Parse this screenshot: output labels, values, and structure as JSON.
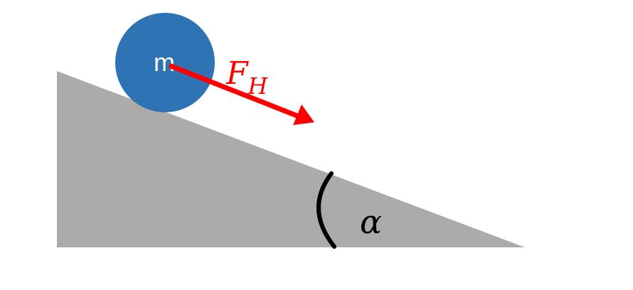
{
  "mass": {
    "label": "m"
  },
  "force": {
    "symbol": "F",
    "subscript": "H"
  },
  "angle": {
    "symbol": "α"
  },
  "colors": {
    "incline": "#ADAAAA",
    "mass": "#2E74B5",
    "force": "#FF0000",
    "angle_arc": "#000000",
    "text_light": "#FFFFFF",
    "text_dark": "#000000"
  }
}
